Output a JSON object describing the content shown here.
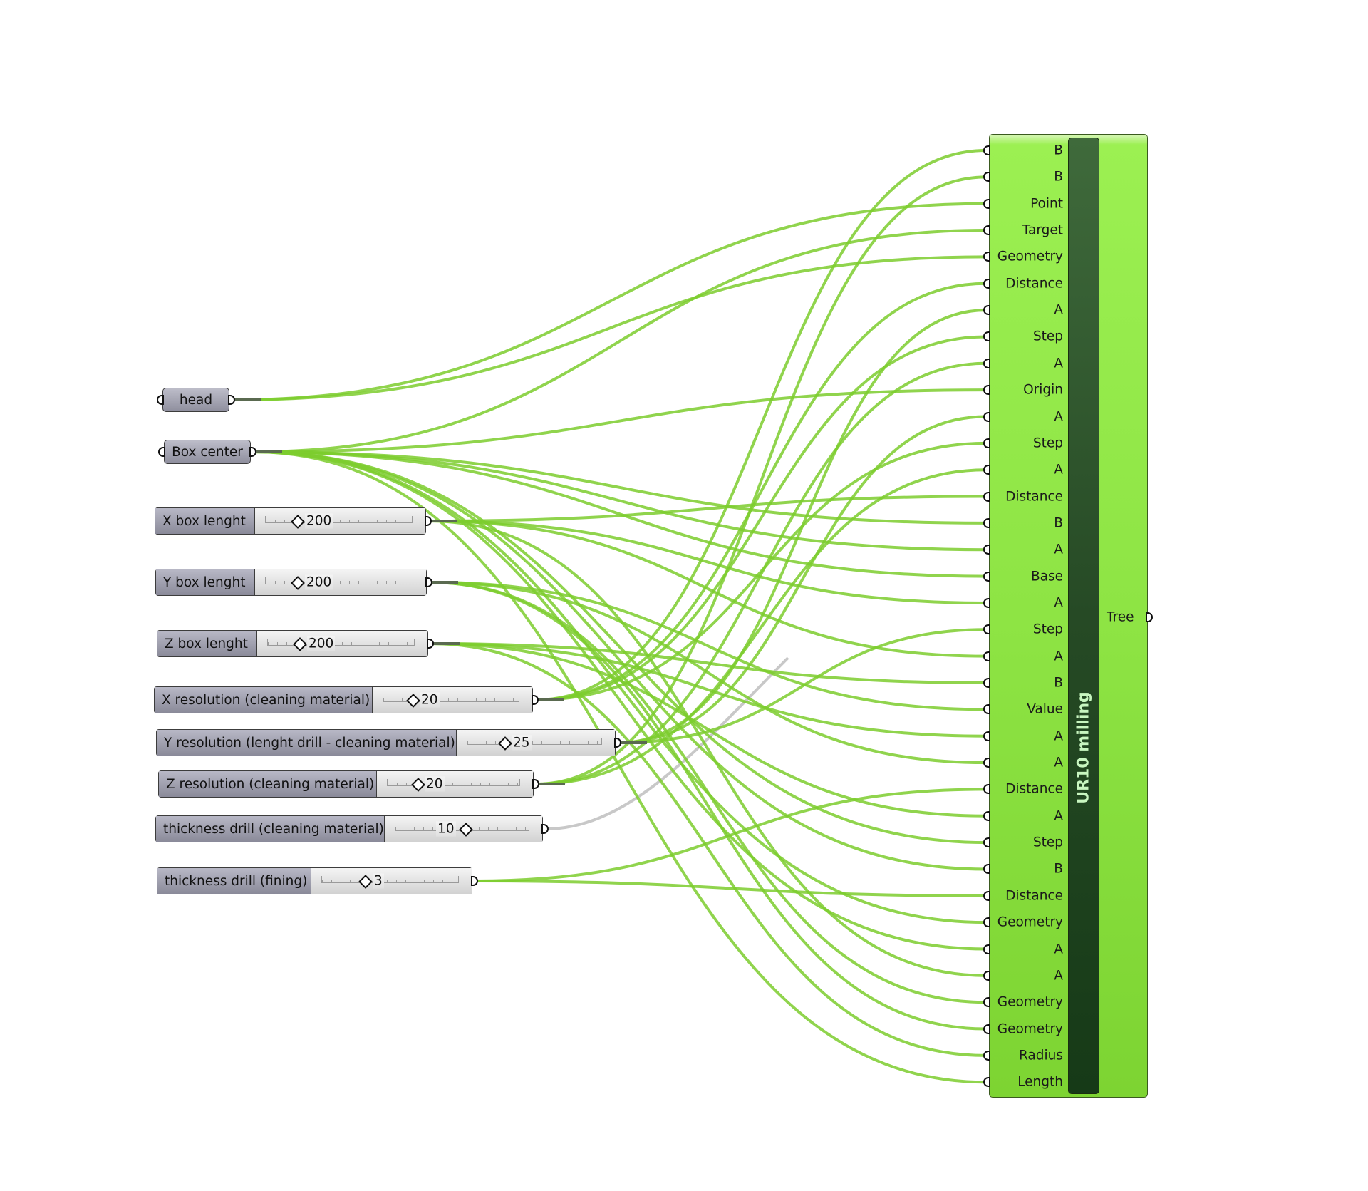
{
  "params": {
    "head": "head",
    "box_center": "Box center"
  },
  "sliders": [
    {
      "name": "X box lenght",
      "value": "200",
      "fraction": 0.12
    },
    {
      "name": "Y box lenght",
      "value": "200",
      "fraction": 0.12
    },
    {
      "name": "Z box lenght",
      "value": "200",
      "fraction": 0.12
    },
    {
      "name": "X resolution (cleaning material)",
      "value": "20",
      "fraction": 0.2
    },
    {
      "name": "Y resolution (lenght drill - cleaning material)",
      "value": "25",
      "fraction": 0.25
    },
    {
      "name": "Z resolution (cleaning material)",
      "value": "20",
      "fraction": 0.2
    },
    {
      "name": "thickness drill (cleaning material)",
      "value": "10",
      "fraction": 0.5
    },
    {
      "name": "thickness drill (fining)",
      "value": "3",
      "fraction": 0.3
    }
  ],
  "component": {
    "title": "UR10 milling",
    "inputs": [
      "B",
      "B",
      "Point",
      "Target",
      "Geometry",
      "Distance",
      "A",
      "Step",
      "A",
      "Origin",
      "A",
      "Step",
      "A",
      "Distance",
      "B",
      "A",
      "Base",
      "A",
      "Step",
      "A",
      "B",
      "Value",
      "A",
      "A",
      "Distance",
      "A",
      "Step",
      "B",
      "Distance",
      "Geometry",
      "A",
      "A",
      "Geometry",
      "Geometry",
      "Radius",
      "Length"
    ],
    "output": "Tree"
  },
  "colors": {
    "wire": "#7ccc2e",
    "wire_faded": "#a8d478",
    "component_fill": "#92e648",
    "component_bar": "#234a22",
    "param_fill": "#9f9fae"
  }
}
